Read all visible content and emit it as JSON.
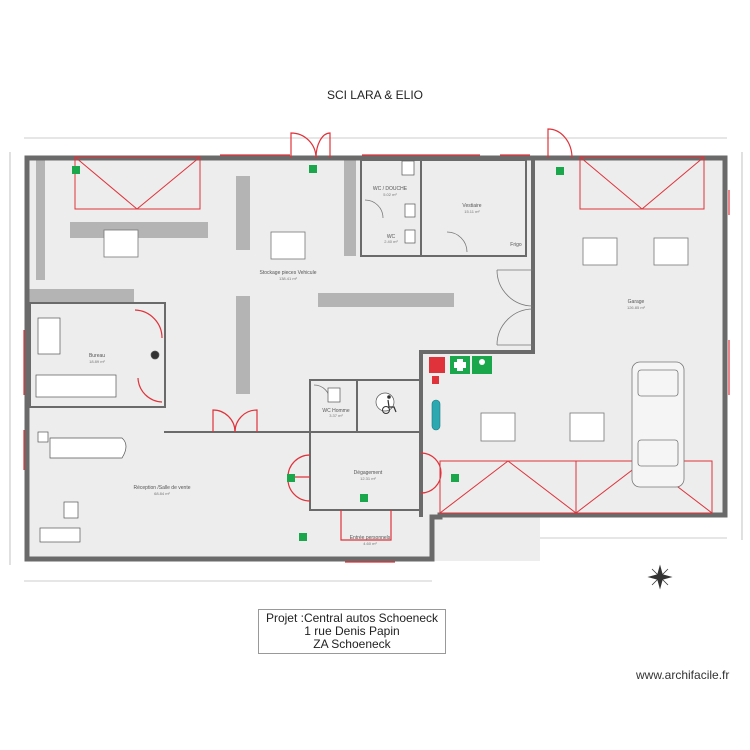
{
  "title": "SCI LARA & ELIO",
  "project": {
    "line1": "Projet :Central autos Schoeneck",
    "line2": "1 rue Denis Papin",
    "line3": "ZA Schoeneck"
  },
  "watermark": "www.archifacile.fr",
  "rooms": {
    "stockage": {
      "name": "Stockage pieces Vehicule",
      "area": "138.41 m²"
    },
    "garage": {
      "name": "Garage",
      "area": "126.85 m²"
    },
    "bureau": {
      "name": "Bureau",
      "area": "18.89 m²"
    },
    "reception": {
      "name": "Réception /Salle de vente",
      "area": "68.84 m²"
    },
    "degagement": {
      "name": "Dégagement",
      "area": "12.31 m²"
    },
    "wc_homme": {
      "name": "WC Homme",
      "area": "3.37 m²"
    },
    "wc_douche": {
      "name": "WC / DOUCHE",
      "area": "5.02 m²"
    },
    "wc": {
      "name": "WC",
      "area": "2.40 m²"
    },
    "vestiaire": {
      "name": "Vestiaire",
      "area": "15.11 m²"
    },
    "entree": {
      "name": "Entrée personnels",
      "area": "4.60 m²"
    },
    "frigo": {
      "name": "Frigo"
    }
  },
  "colors": {
    "wall": "#6a6a6a",
    "door": "#e0323a",
    "exit_sign": "#1aa64a",
    "floor": "#ededed",
    "furniture": "#a9a9a9"
  }
}
